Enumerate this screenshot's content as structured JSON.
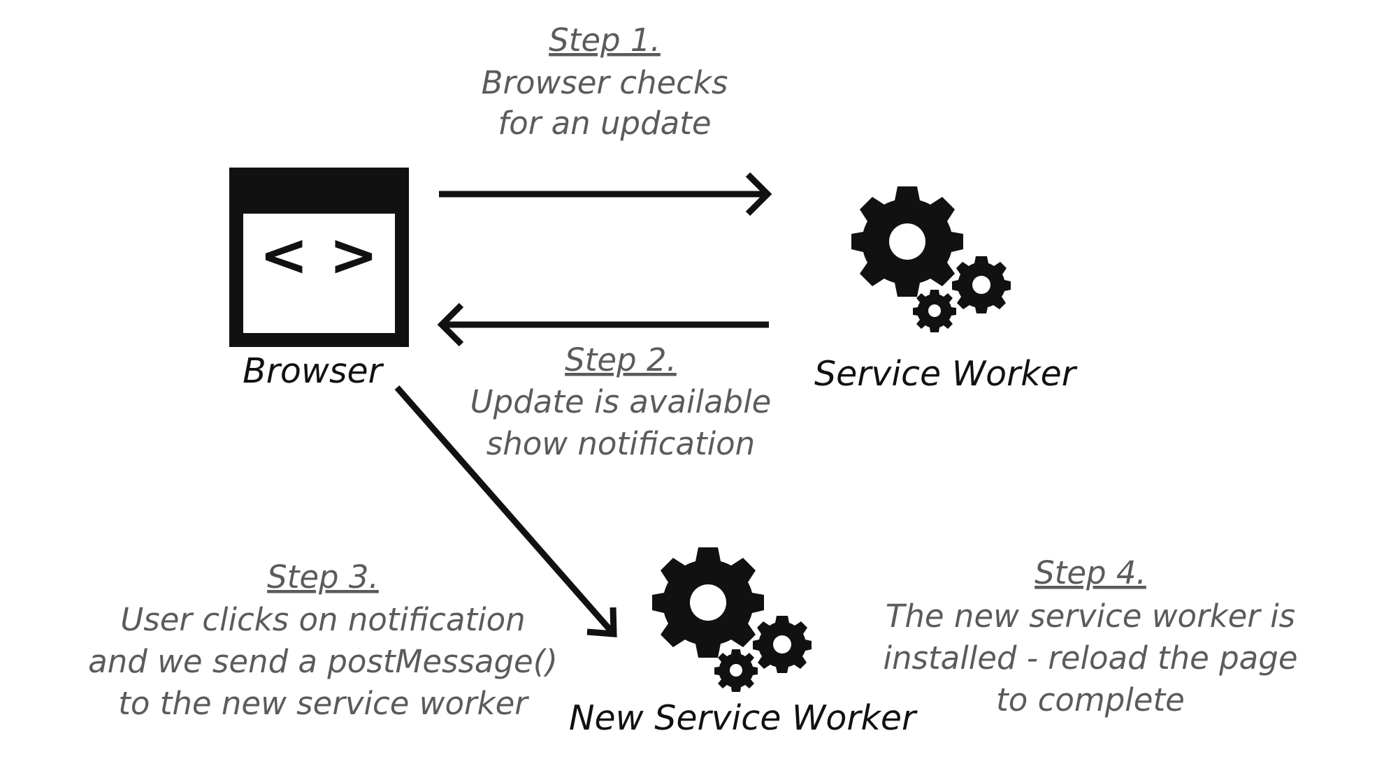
{
  "colors": {
    "ink": "#111111",
    "caption": "#5b5b5b",
    "background": "#ffffff"
  },
  "nodes": {
    "browser": {
      "label": "Browser",
      "icon": "browser-window-code-icon",
      "glyph": "< >"
    },
    "service_worker": {
      "label": "Service Worker",
      "icon": "gears-icon"
    },
    "new_service_worker": {
      "label": "New Service Worker",
      "icon": "gears-icon"
    }
  },
  "steps": [
    {
      "title": "Step 1.",
      "lines": [
        "Browser checks",
        "for an update"
      ]
    },
    {
      "title": "Step 2.",
      "lines": [
        "Update is available",
        "show notification"
      ]
    },
    {
      "title": "Step 3.",
      "lines": [
        "User clicks on notification",
        "and we send a postMessage()",
        "to the new service worker"
      ]
    },
    {
      "title": "Step 4.",
      "lines": [
        "The new service worker is",
        "installed - reload the page",
        "to complete"
      ]
    }
  ]
}
